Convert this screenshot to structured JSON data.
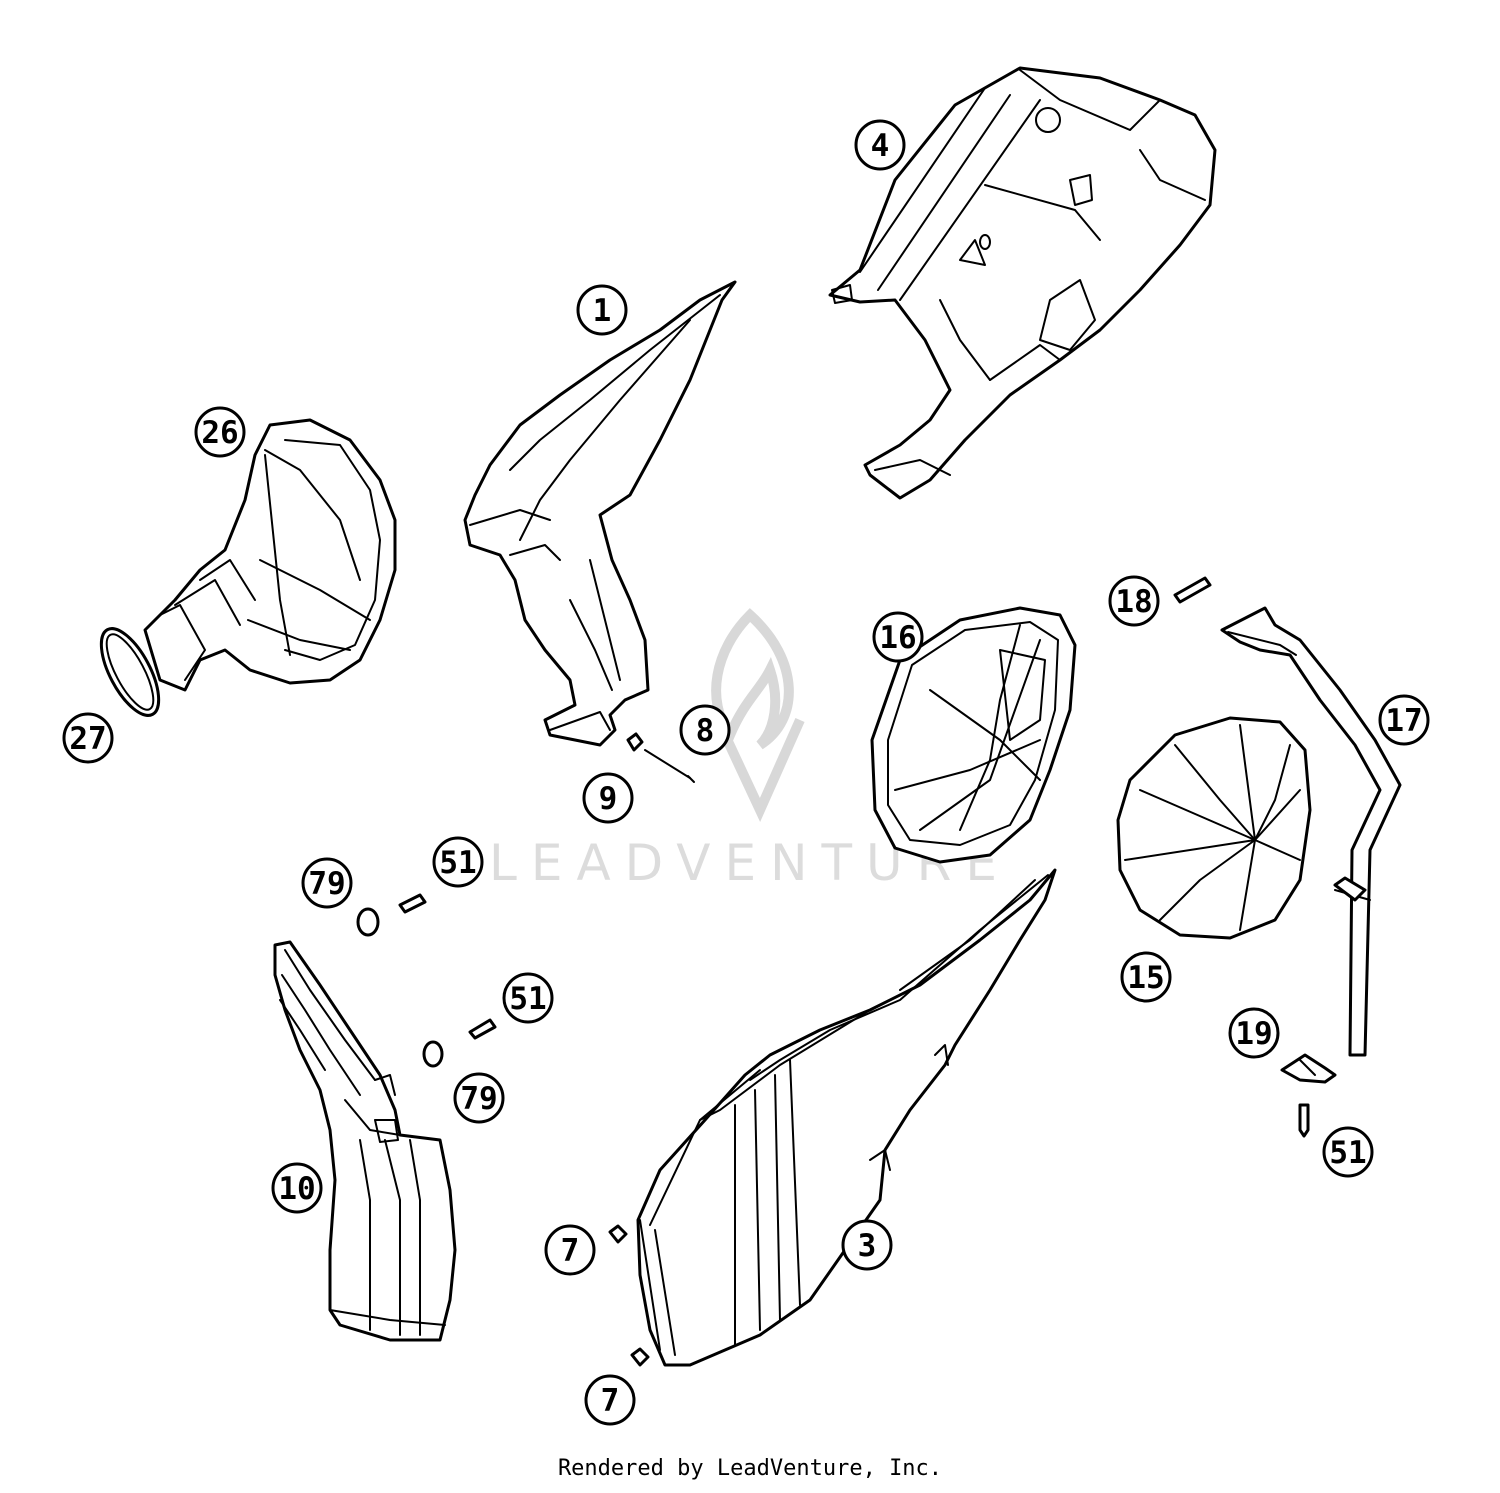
{
  "watermark": {
    "text": "LEADVENTURE"
  },
  "footer": {
    "text": "Rendered by LeadVenture, Inc."
  },
  "callouts": [
    {
      "id": "c1",
      "label": "1"
    },
    {
      "id": "c3",
      "label": "3"
    },
    {
      "id": "c4",
      "label": "4"
    },
    {
      "id": "c7a",
      "label": "7"
    },
    {
      "id": "c7b",
      "label": "7"
    },
    {
      "id": "c8",
      "label": "8"
    },
    {
      "id": "c9",
      "label": "9"
    },
    {
      "id": "c10",
      "label": "10"
    },
    {
      "id": "c15",
      "label": "15"
    },
    {
      "id": "c16",
      "label": "16"
    },
    {
      "id": "c17",
      "label": "17"
    },
    {
      "id": "c18",
      "label": "18"
    },
    {
      "id": "c19",
      "label": "19"
    },
    {
      "id": "c26",
      "label": "26"
    },
    {
      "id": "c27",
      "label": "27"
    },
    {
      "id": "c51a",
      "label": "51"
    },
    {
      "id": "c51b",
      "label": "51"
    },
    {
      "id": "c51c",
      "label": "51"
    },
    {
      "id": "c79a",
      "label": "79"
    },
    {
      "id": "c79b",
      "label": "79"
    }
  ]
}
